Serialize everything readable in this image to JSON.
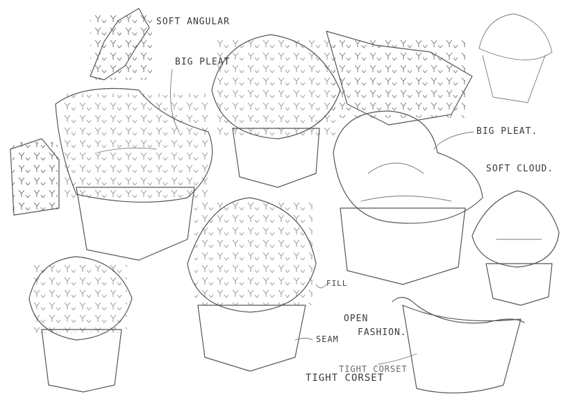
{
  "annotations": {
    "soft_angular": "SOFT ANGULAR",
    "big_pleat_top": "BIG PLEAT",
    "big_pleat_right": "BIG PLEAT.",
    "soft_cloud": "SOFT CLOUD.",
    "fill": "FILL",
    "seam": "SEAM",
    "open": "OPEN",
    "fashion": "FASHION.",
    "tight_corset": "TIGHT CORSET",
    "tight_corset_overlay": "TIGHT CORSET"
  },
  "colors": {
    "ink": "#555555",
    "shade_dark": "#7a7a7a",
    "shade_mid": "#a9a9a9",
    "shade_light": "#dcdcdc"
  }
}
